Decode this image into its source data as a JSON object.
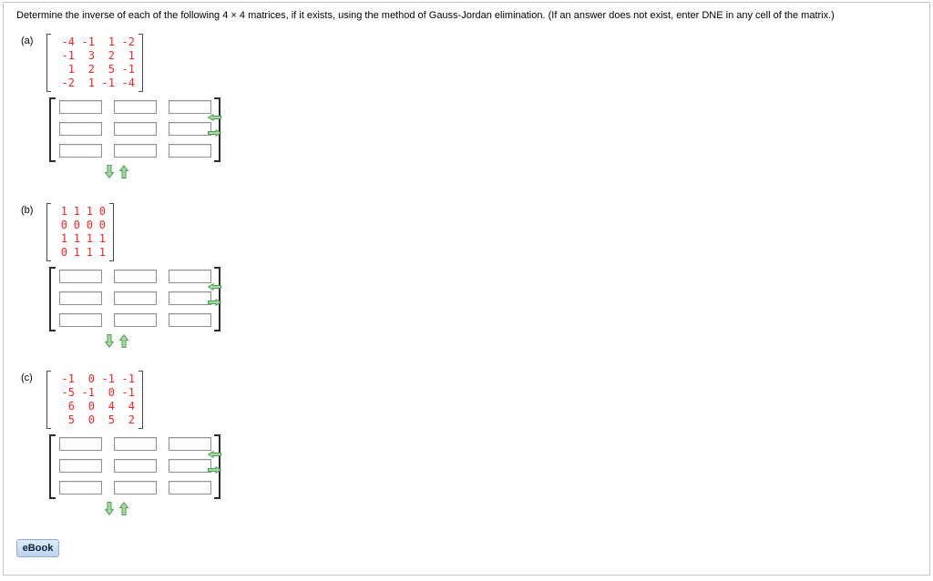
{
  "question": "Determine the inverse of each of the following 4 × 4 matrices, if it exists, using the method of Gauss-Jordan elimination. (If an answer does not exist, enter DNE in any cell of the matrix.)",
  "parts": [
    {
      "label": "(a)",
      "matrix": [
        [
          "-4",
          "-1",
          "1",
          "-2"
        ],
        [
          "-1",
          "3",
          "2",
          "1"
        ],
        [
          "1",
          "2",
          "5",
          "-1"
        ],
        [
          "-2",
          "1",
          "-1",
          "-4"
        ]
      ]
    },
    {
      "label": "(b)",
      "matrix": [
        [
          "1",
          "1",
          "1",
          "0"
        ],
        [
          "0",
          "0",
          "0",
          "0"
        ],
        [
          "1",
          "1",
          "1",
          "1"
        ],
        [
          "0",
          "1",
          "1",
          "1"
        ]
      ]
    },
    {
      "label": "(c)",
      "matrix": [
        [
          "-1",
          "0",
          "-1",
          "-1"
        ],
        [
          "-5",
          "-1",
          "0",
          "-1"
        ],
        [
          "6",
          "0",
          "4",
          "4"
        ],
        [
          "5",
          "0",
          "5",
          "2"
        ]
      ]
    }
  ],
  "answer_grid": {
    "rows": 3,
    "cols": 3,
    "value": ""
  },
  "icons": {
    "resize_left": "left-arrow",
    "resize_right": "right-arrow",
    "resize_down": "down-arrow",
    "resize_up": "up-arrow"
  },
  "ebook_label": "eBook",
  "colors": {
    "matrix_red": "#ff2222",
    "arrow_fill": "#a6d7a6",
    "arrow_stroke": "#4d9e4d",
    "bracket_dark": "#2d2d2d",
    "input_border": "#8f8f8f",
    "panel_border": "#c6c6c6",
    "ebook_bg_top": "#dcebfa",
    "ebook_bg_bottom": "#b9d3ee",
    "ebook_border": "#8fabcf"
  }
}
